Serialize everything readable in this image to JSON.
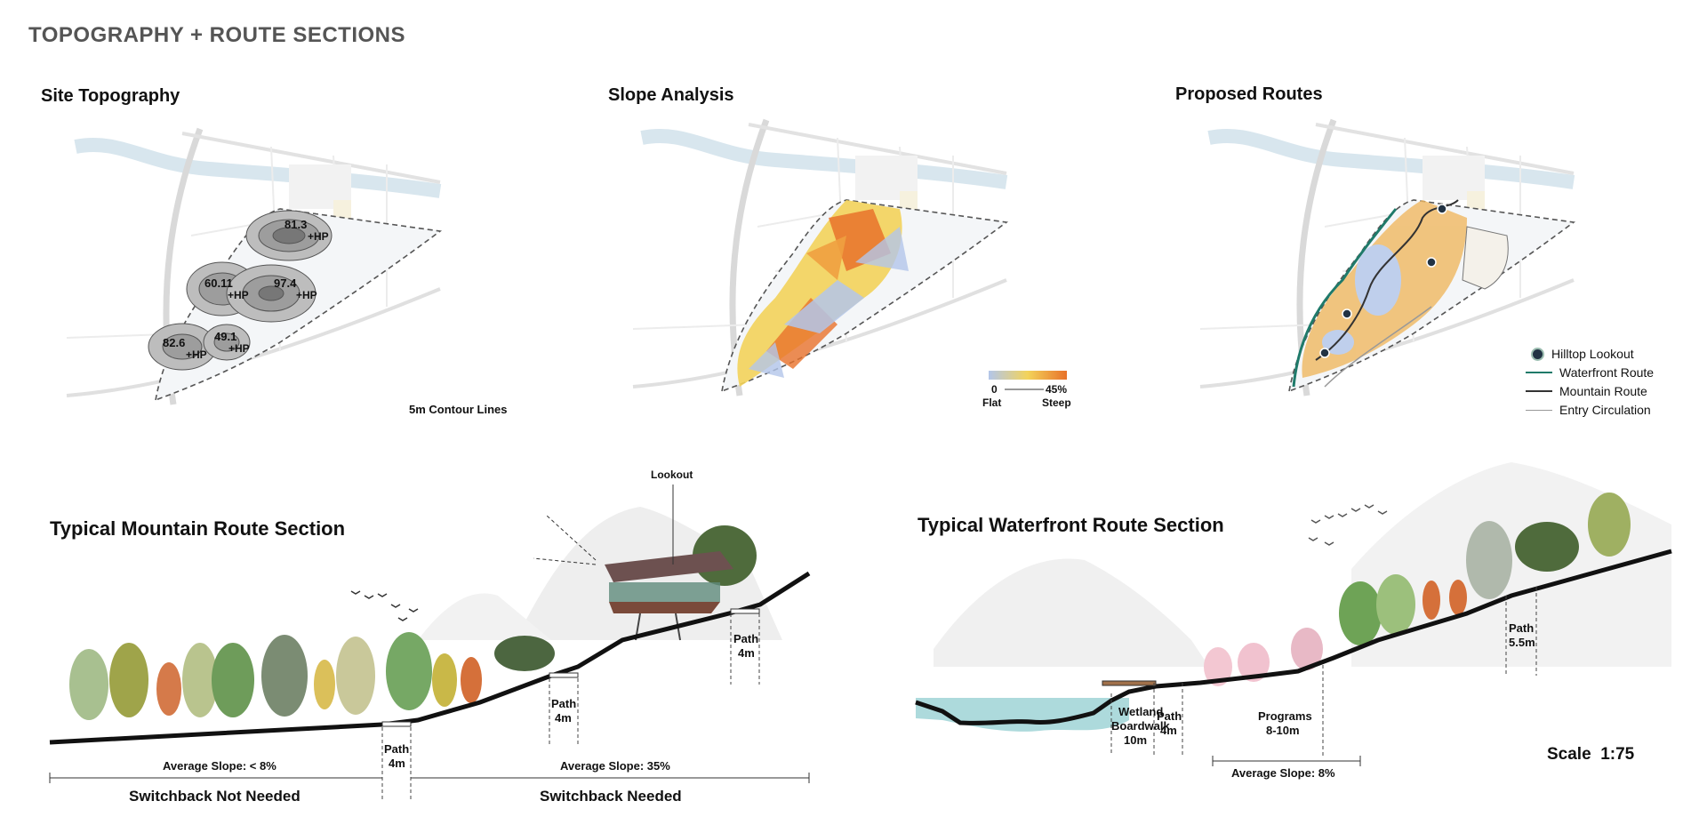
{
  "page": {
    "title": "TOPOGRAPHY + ROUTE SECTIONS"
  },
  "topography": {
    "title": "Site Topography",
    "note": "5m Contour Lines",
    "peaks": [
      {
        "elev": "81.3",
        "tag": "+HP"
      },
      {
        "elev": "60.11",
        "tag": "+HP"
      },
      {
        "elev": "97.4",
        "tag": "+HP"
      },
      {
        "elev": "82.6",
        "tag": "+HP"
      },
      {
        "elev": "49.1",
        "tag": "+HP"
      }
    ]
  },
  "slope": {
    "title": "Slope Analysis",
    "legend": {
      "min": "0",
      "max": "45%",
      "low_label": "Flat",
      "high_label": "Steep"
    },
    "colors": {
      "flat": "#b3c6ea",
      "mid": "#f3d35a",
      "steep": "#e8722a"
    }
  },
  "routes": {
    "title": "Proposed Routes",
    "legend": [
      {
        "label": "Hilltop Lookout",
        "icon": "lookout-dot-icon"
      },
      {
        "label": "Waterfront Route",
        "color": "#1f7a6a"
      },
      {
        "label": "Mountain Route",
        "color": "#333333"
      },
      {
        "label": "Entry Circulation",
        "color": "#999999"
      }
    ]
  },
  "mountain_section": {
    "title": "Typical Mountain Route Section",
    "lookout": "Lookout",
    "paths": [
      {
        "label": "Path",
        "width": "4m"
      },
      {
        "label": "Path",
        "width": "4m"
      },
      {
        "label": "Path",
        "width": "4m"
      }
    ],
    "slope_left": "Average Slope: < 8%",
    "slope_right": "Average Slope: 35%",
    "left_note": "Switchback Not Needed",
    "right_note": "Switchback Needed"
  },
  "waterfront_section": {
    "title": "Typical Waterfront Route Section",
    "boardwalk": {
      "label1": "Wetland",
      "label2": "Boardwalk",
      "width": "10m"
    },
    "path": {
      "label": "Path",
      "width": "4m"
    },
    "programs": {
      "label": "Programs",
      "width": "8-10m"
    },
    "upper_path": {
      "label": "Path",
      "width": "5.5m"
    },
    "slope": "Average Slope: 8%"
  },
  "scale": {
    "label": "Scale",
    "value": "1:75"
  }
}
